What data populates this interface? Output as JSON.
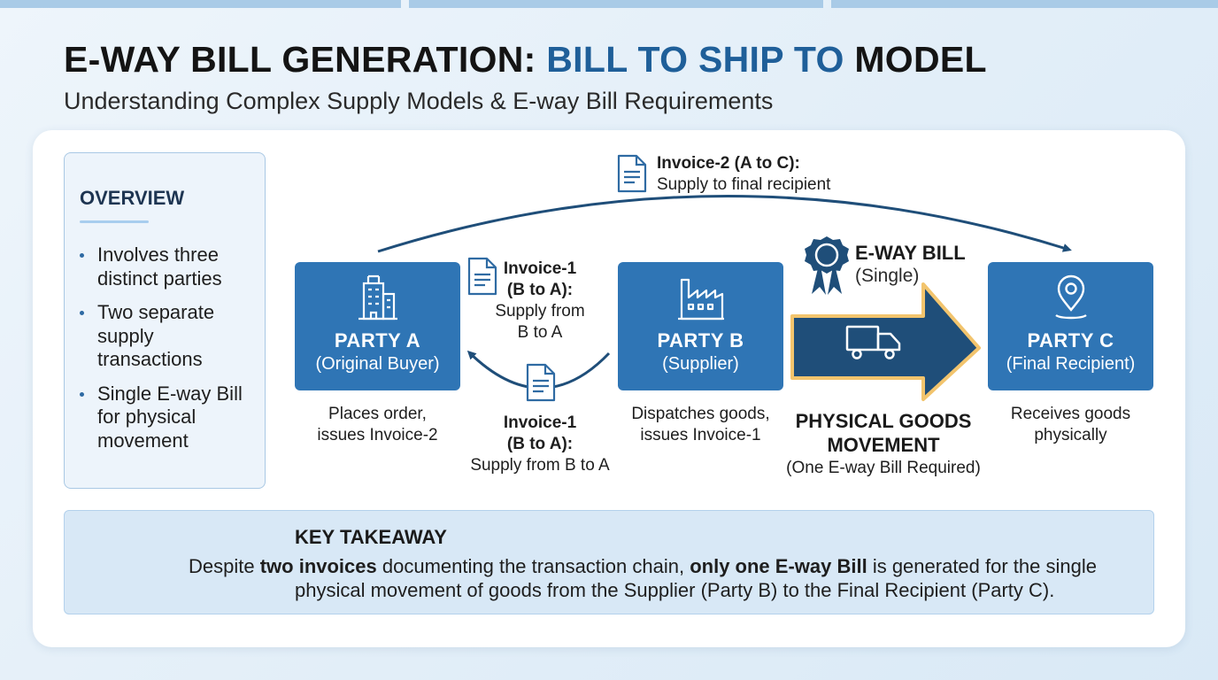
{
  "title": {
    "part1": "E-WAY BILL GENERATION: ",
    "accent": "BILL TO SHIP TO",
    "part2": " MODEL"
  },
  "subtitle": "Understanding Complex Supply Models & E-way Bill Requirements",
  "overview": {
    "heading": "OVERVIEW",
    "items": [
      "Involves three distinct parties",
      "Two separate supply transactions",
      "Single E-way Bill for physical movement"
    ]
  },
  "parties": {
    "a": {
      "name": "PARTY A",
      "role": "(Original Buyer)",
      "caption1": "Places order,",
      "caption2": "issues Invoice-2",
      "icon": "building-icon"
    },
    "b": {
      "name": "PARTY B",
      "role": "(Supplier)",
      "caption1": "Dispatches goods,",
      "caption2": "issues Invoice-1",
      "icon": "factory-icon"
    },
    "c": {
      "name": "PARTY C",
      "role": "(Final Recipient)",
      "caption1": "Receives goods",
      "caption2": "physically",
      "icon": "location-pin-icon"
    }
  },
  "invoices": {
    "top": {
      "title": "Invoice-2 (A to C):",
      "desc": "Supply to final recipient"
    },
    "upper": {
      "line1": "Invoice-1",
      "line2": "(B to A):",
      "line3": "Supply from",
      "line4": "B to A"
    },
    "lower": {
      "line1": "Invoice-1",
      "line2": "(B to A):",
      "line3": "Supply from B to A"
    }
  },
  "eway": {
    "label": "E-WAY BILL",
    "sub": "(Single)",
    "movement_title1": "PHYSICAL GOODS",
    "movement_title2": "MOVEMENT",
    "movement_sub": "(One E-way Bill Required)"
  },
  "takeaway": {
    "heading": "KEY TAKEAWAY",
    "line1_pre": "Despite ",
    "line1_b1": "two invoices",
    "line1_mid": " documenting the transaction chain, ",
    "line1_b2": "only one E-way Bill",
    "line1_post": " is generated for the single",
    "line2": "physical movement of goods from the Supplier (Party B) to the Final Recipient (Party C)."
  },
  "colors": {
    "accent": "#1f5f99",
    "party_box": "#2f75b5",
    "arrow_fill": "#1f4e79",
    "arrow_outline": "#f2c46d",
    "flow_line": "#1f4e79"
  }
}
